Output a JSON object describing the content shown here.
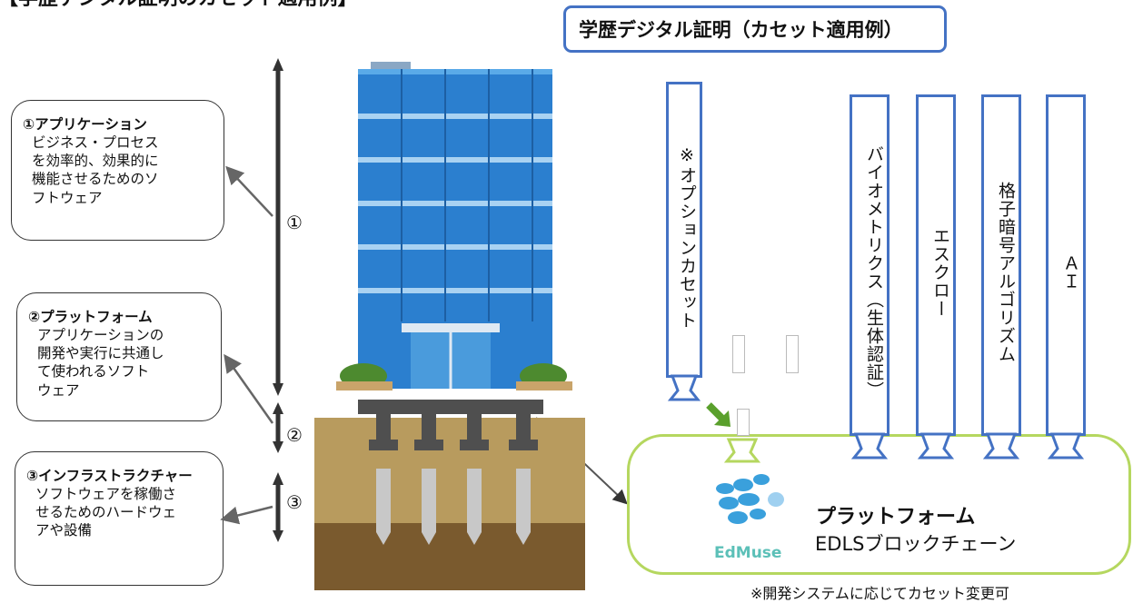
{
  "header": {
    "top_title": "【学歴デジタル証明のカセット適用例】",
    "diagram_title": "学歴デジタル証明（カセット適用例）"
  },
  "layers": [
    {
      "title": "①アプリケーション",
      "desc": "ビジネス・プロセス\nを効率的、効果的に\n機能させるためのソ\nフトウェア",
      "marker": "①"
    },
    {
      "title": "②プラットフォーム",
      "desc": "アプリケーションの\n開発や実行に共通し\nて使われるソフト\nウェア",
      "marker": "②"
    },
    {
      "title": "③インフラストラクチャー",
      "desc": "ソフトウェアを稼働さ\nせるためのハードウェ\nアや設備",
      "marker": "③"
    }
  ],
  "cassettes": [
    {
      "label": "※オプションカセット"
    },
    {
      "label": "バイオメトリクス（生体認証）"
    },
    {
      "label": "エスクロー"
    },
    {
      "label": "格子暗号アルゴリズム"
    },
    {
      "label": "ＡＩ"
    }
  ],
  "platform": {
    "title": "プラットフォーム",
    "subtitle": "EDLSブロックチェーン",
    "brand": "EdMuse"
  },
  "footnote": "※開発システムに応じてカセット変更可",
  "colors": {
    "cassette_border": "#4472c4",
    "platform_border": "#b5d75f",
    "building_blue": "#2b7fcf",
    "soil": "#b89b5e",
    "soil_dark": "#7a5a2e",
    "arrow_green": "#5aa02c"
  },
  "icons": {
    "building": "office-building-illustration",
    "arrow": "green-down-right-arrow"
  }
}
